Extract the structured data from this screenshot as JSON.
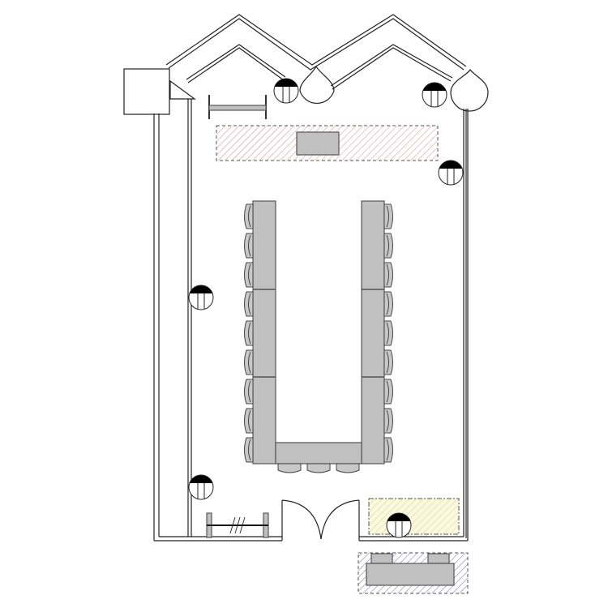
{
  "plan": {
    "type": "conference-room-floor-plan",
    "chairs_left_side": 9,
    "chairs_right_side": 9,
    "chairs_bottom": 3,
    "colors": {
      "furniture": "#c0c0c0",
      "wall": "#222222",
      "hatch_red": "#d88a8a",
      "hatch_yellow": "#d8d08a",
      "hatch_blue": "#6a6aa0",
      "yellow_fill": "#fbf8e0"
    }
  }
}
